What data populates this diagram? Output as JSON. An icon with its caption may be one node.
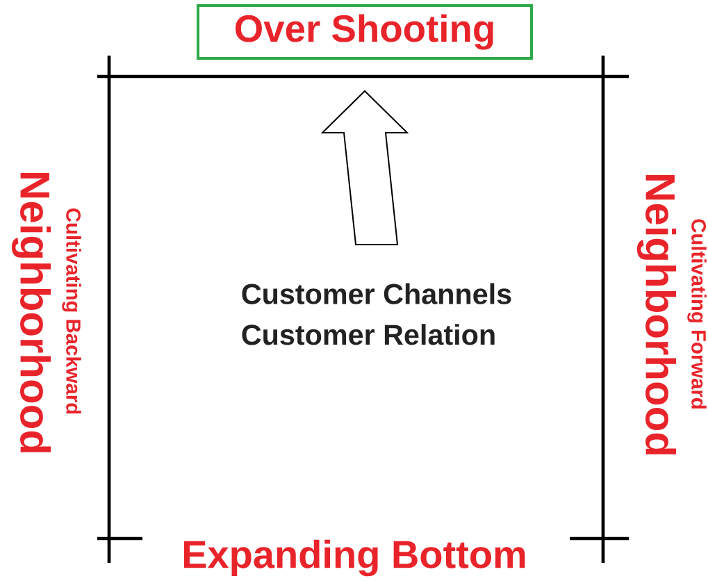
{
  "diagram": {
    "nodes": [
      {
        "text": [
          "Over Shooting"
        ]
      },
      {
        "text": [
          "Customer Channels",
          "Customer Relation"
        ]
      }
    ],
    "edges": [
      {
        "from": 1,
        "to": 0,
        "arrow": "to"
      }
    ],
    "labels": [
      "Neighborhood",
      "Cultivating Backward",
      "Neighborhood",
      "Cultivating Forward",
      "Expanding Bottom"
    ]
  }
}
